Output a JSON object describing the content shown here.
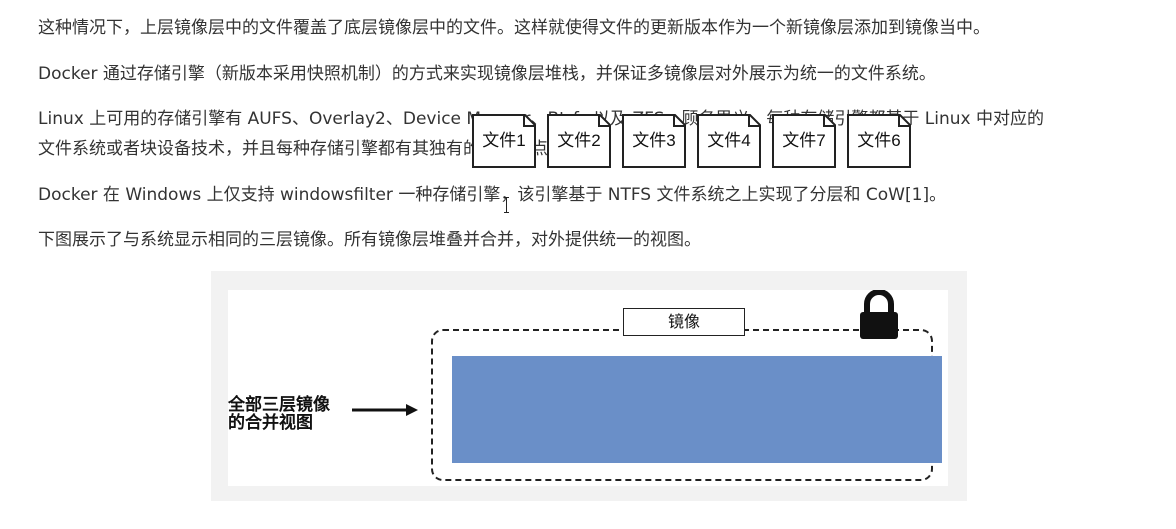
{
  "paragraphs": {
    "p1": "这种情况下，上层镜像层中的文件覆盖了底层镜像层中的文件。这样就使得文件的更新版本作为一个新镜像层添加到镜像当中。",
    "p2": "Docker 通过存储引擎（新版本采用快照机制）的方式来实现镜像层堆栈，并保证多镜像层对外展示为统一的文件系统。",
    "p3_line1": "Linux 上可用的存储引擎有 AUFS、Overlay2、Device Mapper、Btrfs 以及 ZFS。顾名思义，每种存储引擎都基于 Linux 中对应的",
    "p3_line2": "文件系统或者块设备技术，并且每种存储引擎都有其独有的性能特点。",
    "p4": "Docker 在 Windows 上仅支持 windowsfilter 一种存储引擎，该引擎基于 NTFS 文件系统之上实现了分层和 CoW[1]。",
    "p5": "下图展示了与系统显示相同的三层镜像。所有镜像层堆叠并合并，对外提供统一的视图。"
  },
  "diagram": {
    "image_label": "镜像",
    "merged_view_line1": "全部三层镜像",
    "merged_view_line2": "的合并视图",
    "files": [
      "文件1",
      "文件2",
      "文件3",
      "文件4",
      "文件7",
      "文件6"
    ],
    "colors": {
      "panel": "#6a8fc8",
      "figure_bg": "#f2f2f2"
    },
    "icons": [
      "lock-icon",
      "arrow-right-icon",
      "file-icon"
    ]
  }
}
